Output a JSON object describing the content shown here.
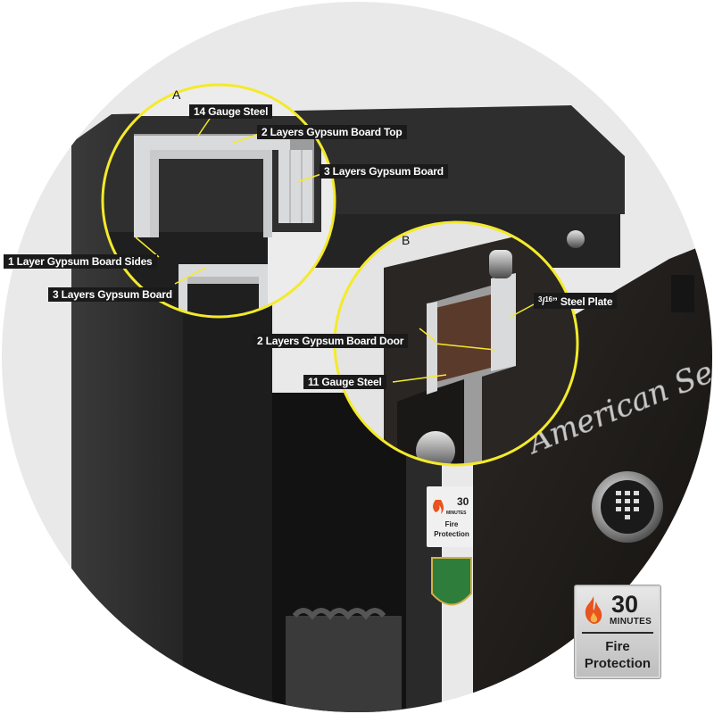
{
  "image": {
    "callout_a_letter": "A",
    "callout_b_letter": "B",
    "labels": {
      "gauge14": "14 Gauge Steel",
      "gypsum_top": "2 Layers Gypsum Board Top",
      "gypsum_3_upper": "3 Layers Gypsum Board",
      "gypsum_sides": "1 Layer Gypsum Board Sides",
      "gypsum_3_lower": "3 Layers Gypsum Board",
      "steel_plate_frac_num": "3",
      "steel_plate_frac_den": "16",
      "steel_plate_text": "” Steel Plate",
      "gypsum_door": "2 Layers Gypsum Board Door",
      "gauge11": "11 Gauge Steel"
    },
    "badge": {
      "number": "30",
      "unit": "MINUTES",
      "line1": "Fire",
      "line2": "Protection",
      "flame_icon": "flame-icon"
    },
    "door_sticker": {
      "number": "30",
      "unit": "MINUTES",
      "line1": "Fire",
      "line2": "Protection"
    },
    "brand_script": "American Security",
    "colors": {
      "safe_body": "#2b2b2b",
      "door_face": "#1f1c1a",
      "gypsum": "#d9dadb",
      "callout_ring": "#f4ea2a",
      "label_bg": "#1a1a1a",
      "flame": "#e8531e"
    }
  }
}
